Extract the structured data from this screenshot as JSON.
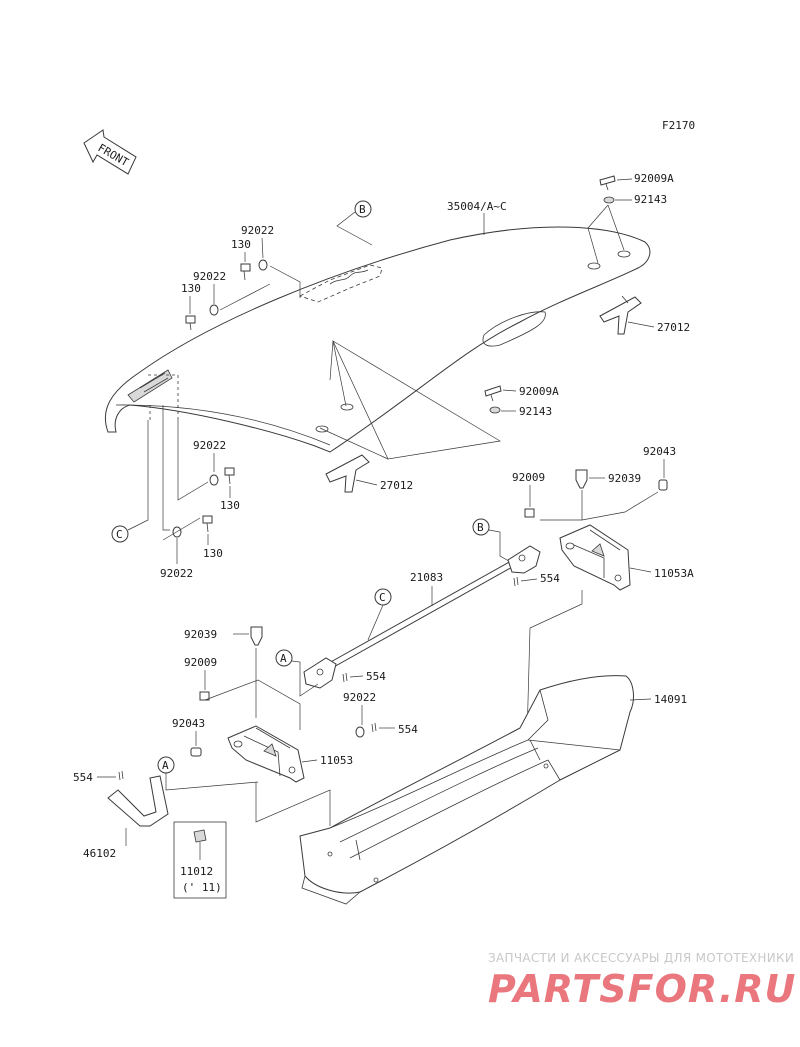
{
  "figure_code": "F2170",
  "front_label": "FRONT",
  "callouts": [
    "A",
    "B",
    "C"
  ],
  "parts": {
    "p35004": "35004/A~C",
    "p92009A_top": "92009A",
    "p92143_top": "92143",
    "p27012_right": "27012",
    "p92009A_mid": "92009A",
    "p92143_mid": "92143",
    "p27012_mid": "27012",
    "p92022_a": "92022",
    "p130_a": "130",
    "p92022_b": "92022",
    "p130_b": "130",
    "p92022_c": "92022",
    "p130_c": "130",
    "p130_d": "130",
    "p92022_d": "92022",
    "p92043_right": "92043",
    "p92009_right": "92009",
    "p92039_right": "92039",
    "p11053A": "11053A",
    "p21083": "21083",
    "p554_a": "554",
    "p554_b": "554",
    "p554_c": "554",
    "p554_d": "554",
    "p92039_left": "92039",
    "p92009_left": "92009",
    "p92022_left": "92022",
    "p92043_left": "92043",
    "p11053": "11053",
    "p14091": "14091",
    "p46102": "46102",
    "p11012": "11012",
    "p11012_year": "(' 11)"
  },
  "watermark": {
    "subtitle": "ЗАПЧАСТИ И АКСЕССУАРЫ ДЛЯ МОТОТЕХНИКИ",
    "brand": "PARTSFOR.RU",
    "colors": {
      "red": "#e24a52",
      "gray": "#bdbdbd"
    }
  }
}
